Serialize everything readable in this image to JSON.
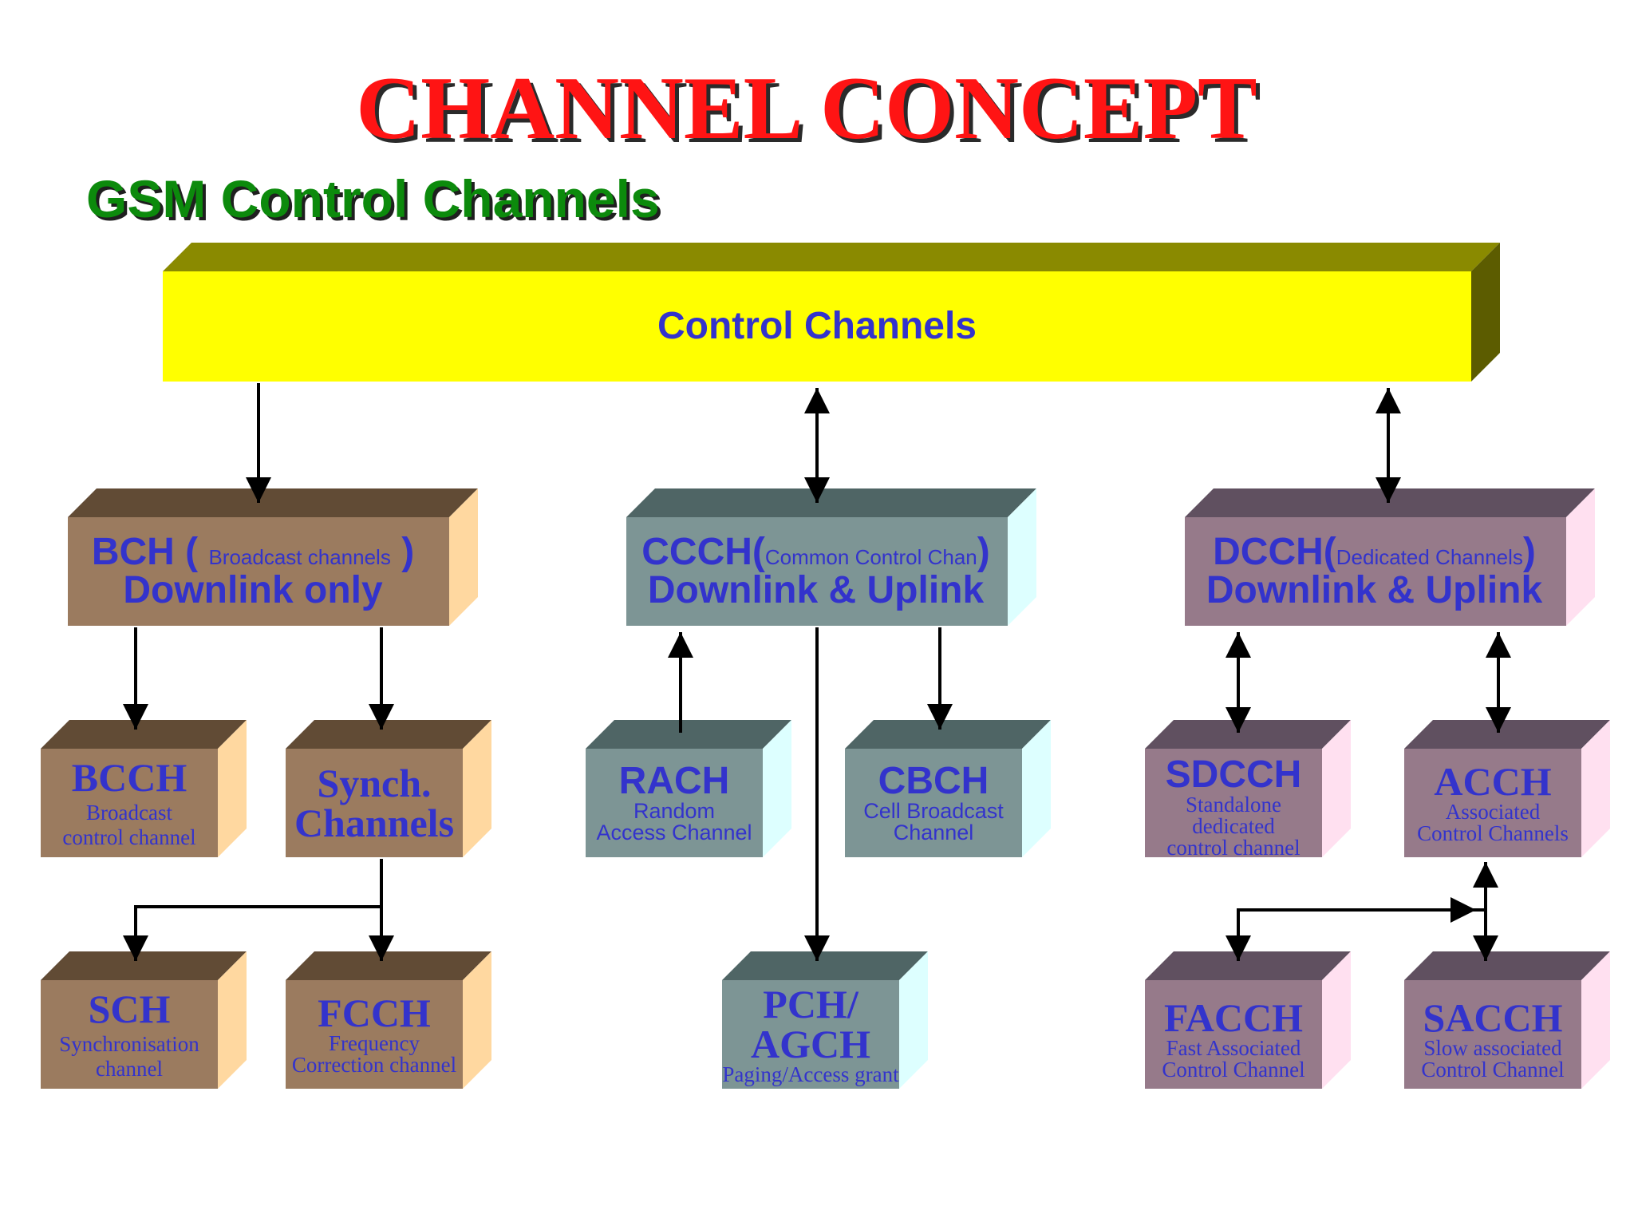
{
  "title": "CHANNEL CONCEPT",
  "subtitle": "GSM Control Channels",
  "top": {
    "label": "Control Channels"
  },
  "bch": {
    "abbr": "BCH (",
    "desc": "Broadcast channels",
    "close": ")",
    "line2": "Downlink only"
  },
  "ccch": {
    "abbr": "CCCH(",
    "desc": "Common Control Chan",
    "close": ")",
    "line2": "Downlink & Uplink"
  },
  "dcch": {
    "abbr": "DCCH(",
    "desc": "Dedicated Channels",
    "close": ")",
    "line2": "Downlink & Uplink"
  },
  "bcch": {
    "abbr": "BCCH",
    "line1": "Broadcast",
    "line2": "control channel"
  },
  "synch": {
    "line1": "Synch.",
    "line2": "Channels"
  },
  "sch": {
    "abbr": "SCH",
    "line1": "Synchronisation",
    "line2": "channel"
  },
  "fcch": {
    "abbr": "FCCH",
    "line1": "Frequency",
    "line2": "Correction channel"
  },
  "rach": {
    "abbr": "RACH",
    "line1": "Random",
    "line2": "Access Channel"
  },
  "cbch": {
    "abbr": "CBCH",
    "line1": "Cell Broadcast",
    "line2": "Channel"
  },
  "pch": {
    "abbr1": "PCH/",
    "abbr2": "AGCH",
    "line1": "Paging/Access grant"
  },
  "sdcch": {
    "abbr": "SDCCH",
    "line1": "Standalone",
    "line2": "dedicated",
    "line3": "control channel"
  },
  "acch": {
    "abbr": "ACCH",
    "line1": "Associated",
    "line2": "Control Channels"
  },
  "facch": {
    "abbr": "FACCH",
    "line1": "Fast Associated",
    "line2": "Control Channel"
  },
  "sacch": {
    "abbr": "SACCH",
    "line1": "Slow associated",
    "line2": "Control Channel"
  },
  "colors": {
    "title": "#ff1414",
    "subtitle": "#0c8a0c",
    "text": "#3333cc",
    "top_front": "#ffff00",
    "top_top": "#8a8a00",
    "top_side": "#5c5c00",
    "brown_front": "#9b7b5f",
    "brown_top": "#614b35",
    "brown_side": "#ffd8a0",
    "teal_front": "#7d9595",
    "teal_top": "#4f6565",
    "teal_side": "#ddffff",
    "mauve_front": "#967a8a",
    "mauve_top": "#605060",
    "mauve_side": "#ffe0f0"
  }
}
